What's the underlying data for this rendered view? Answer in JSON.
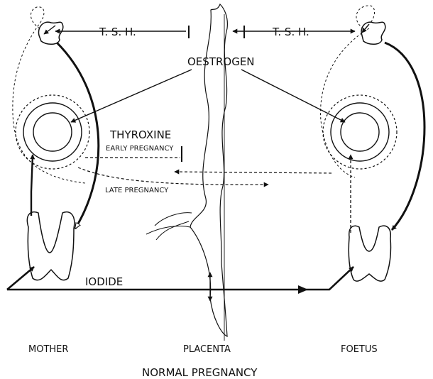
{
  "labels": {
    "tsh_left": "T. S. H.",
    "tsh_right": "T. S. H.",
    "oestrogen": "OESTROGEN",
    "thyroxine": "THYROXINE",
    "early_pregnancy": "EARLY PREGNANCY",
    "late_pregnancy": "LATE PREGNANCY",
    "iodide": "IODIDE",
    "mother": "MOTHER",
    "placenta": "PLACENTA",
    "foetus": "FOETUS",
    "caption": "NORMAL PREGNANCY"
  }
}
